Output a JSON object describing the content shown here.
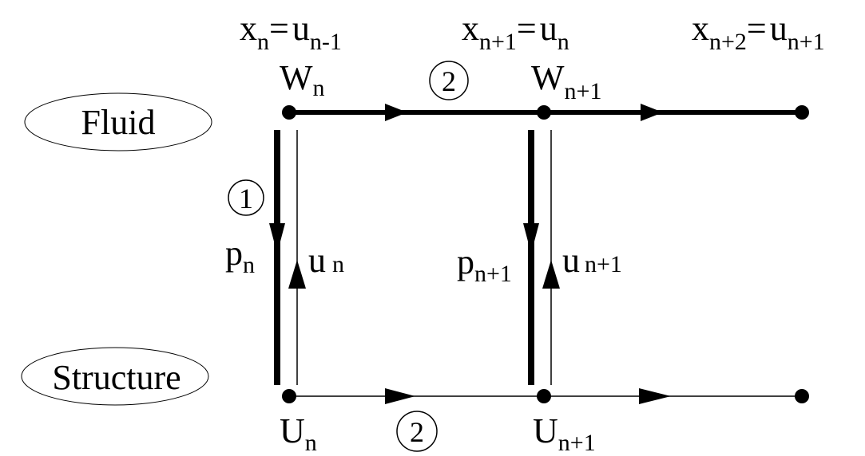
{
  "labels": {
    "fluid": "Fluid",
    "structure": "Structure",
    "step1": "1",
    "step2_top": "2",
    "step2_bottom": "2"
  },
  "equations": [
    {
      "lhs": "x",
      "lhs_sub": "n",
      "rhs": "u",
      "rhs_sub": "n-1"
    },
    {
      "lhs": "x",
      "lhs_sub": "n+1",
      "rhs": "u",
      "rhs_sub": "n"
    },
    {
      "lhs": "x",
      "lhs_sub": "n+2",
      "rhs": "u",
      "rhs_sub": "n+1"
    }
  ],
  "fluid_nodes": [
    {
      "base": "W",
      "sub": "n"
    },
    {
      "base": "W",
      "sub": "n+1"
    }
  ],
  "structure_nodes": [
    {
      "base": "U",
      "sub": "n"
    },
    {
      "base": "U",
      "sub": "n+1"
    }
  ],
  "transfers": [
    {
      "down": {
        "base": "p",
        "sub": "n"
      },
      "up": {
        "base": "u",
        "sub": "n"
      }
    },
    {
      "down": {
        "base": "p",
        "sub": "n+1"
      },
      "up": {
        "base": "u",
        "sub": "n+1"
      }
    }
  ]
}
